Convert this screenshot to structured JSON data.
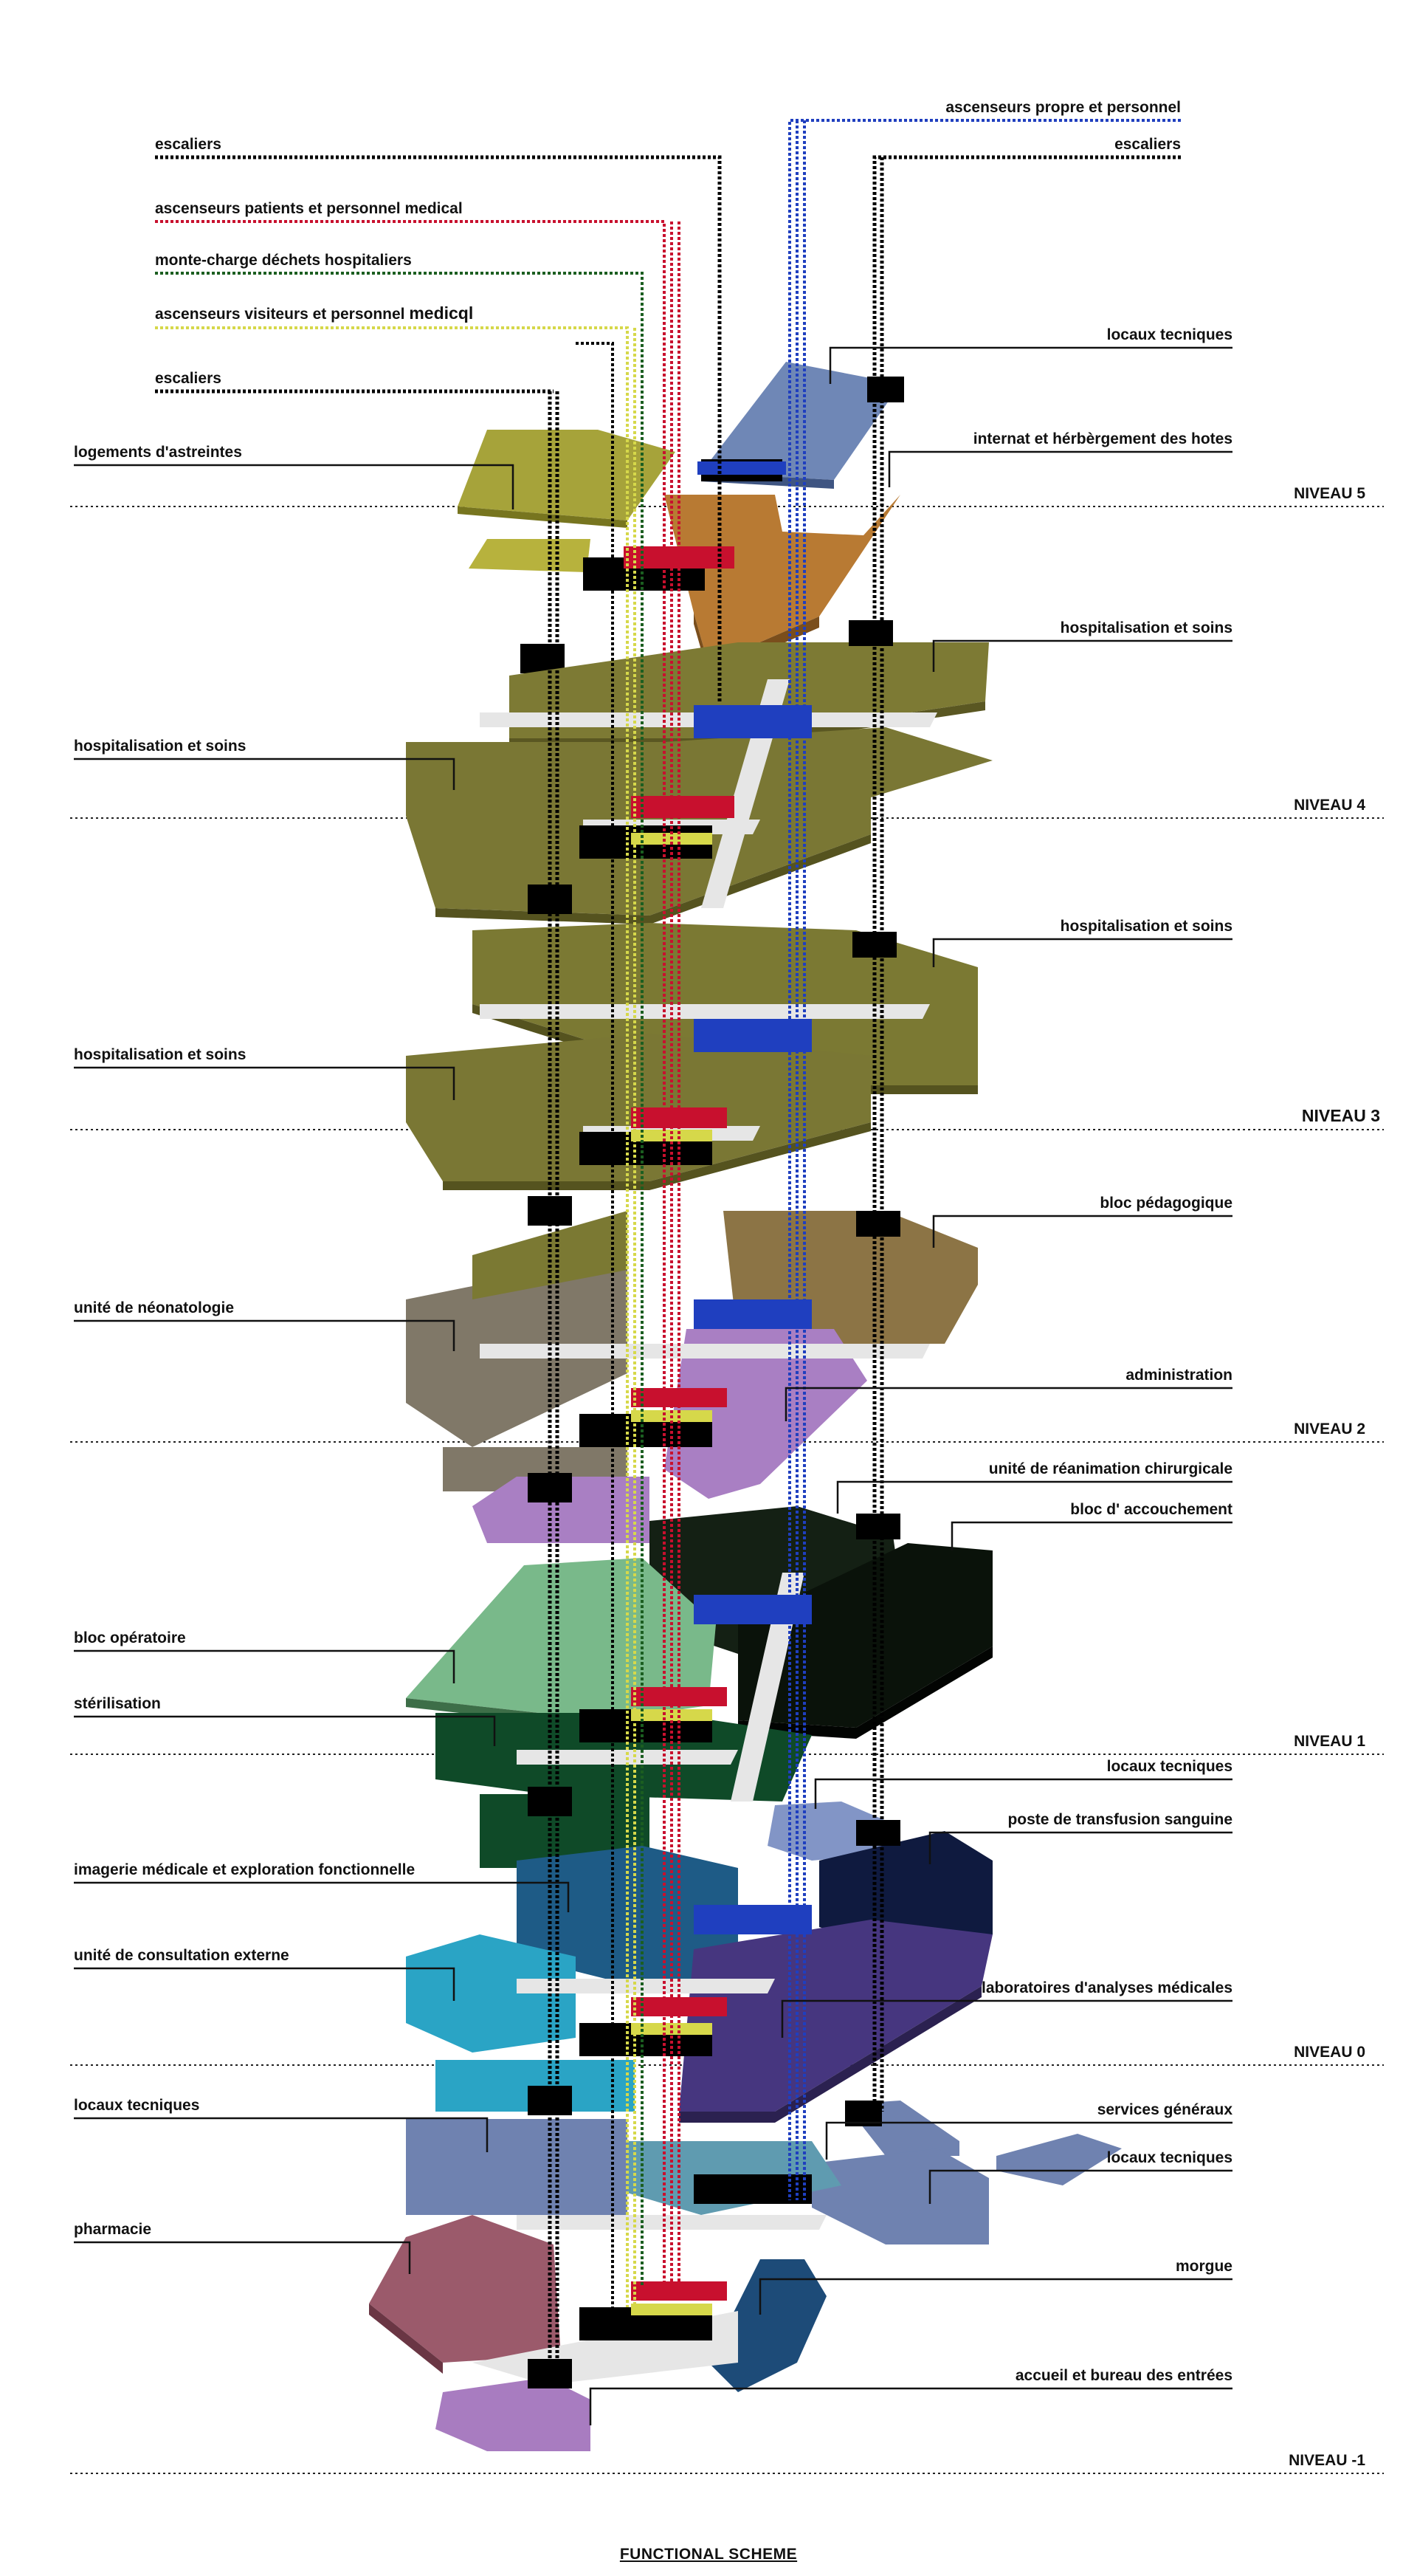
{
  "caption": "FUNCTIONAL SCHEME",
  "colors": {
    "stairs": "#000000",
    "patient_elevators": "#c8102e",
    "waste_lift": "#1b5e20",
    "visitor_elevators": "#d6d84a",
    "clean_elevators": "#1f3fbf",
    "circulation": "#d9d9d9"
  },
  "circulation_labels": {
    "stairs_left_top": "escaliers",
    "patient_elevators": "ascenseurs patients et personnel medical",
    "waste_lift": "monte-charge déchets hospitaliers",
    "visitor_elevators_prefix": "ascenseurs visiteurs et personnel ",
    "visitor_elevators_suffix": "medicql",
    "stairs_left_lower": "escaliers",
    "clean_elevators": "ascenseurs propre et personnel",
    "stairs_right": "escaliers"
  },
  "levels": {
    "niveau5": "NIVEAU 5",
    "niveau4": "NIVEAU 4",
    "niveau3": "NIVEAU 3",
    "niveau2": "NIVEAU 2",
    "niveau1": "NIVEAU 1",
    "niveau0": "NIVEAU 0",
    "niveau_m1": "NIVEAU -1"
  },
  "labels": {
    "locaux_tecniques_top": "locaux tecniques",
    "logements": "logements d'astreintes",
    "internat": "internat et hérbèrgement des hotes",
    "hosp_soins_4_right": "hospitalisation et soins",
    "hosp_soins_4_left": "hospitalisation et soins",
    "hosp_soins_3_right": "hospitalisation et soins",
    "hosp_soins_3_left": "hospitalisation et soins",
    "bloc_pedagogique": "bloc pédagogique",
    "neonatologie": "unité de néonatologie",
    "administration": "administration",
    "reanimation": "unité de réanimation chirurgicale",
    "accouchement": "bloc d' accouchement",
    "bloc_operatoire": "bloc opératoire",
    "sterilisation": "stérilisation",
    "locaux_tecniques_n0": "locaux tecniques",
    "transfusion": "poste de transfusion sanguine",
    "imagerie": "imagerie médicale et exploration fonctionnelle",
    "consultation": "unité de consultation externe",
    "laboratoires": "laboratoires d'analyses médicales",
    "locaux_tecniques_m1_left": "locaux tecniques",
    "services_generaux": "services généraux",
    "locaux_tecniques_m1_right": "locaux tecniques",
    "pharmacie": "pharmacie",
    "morgue": "morgue",
    "accueil": "accueil et bureau des entrées"
  }
}
